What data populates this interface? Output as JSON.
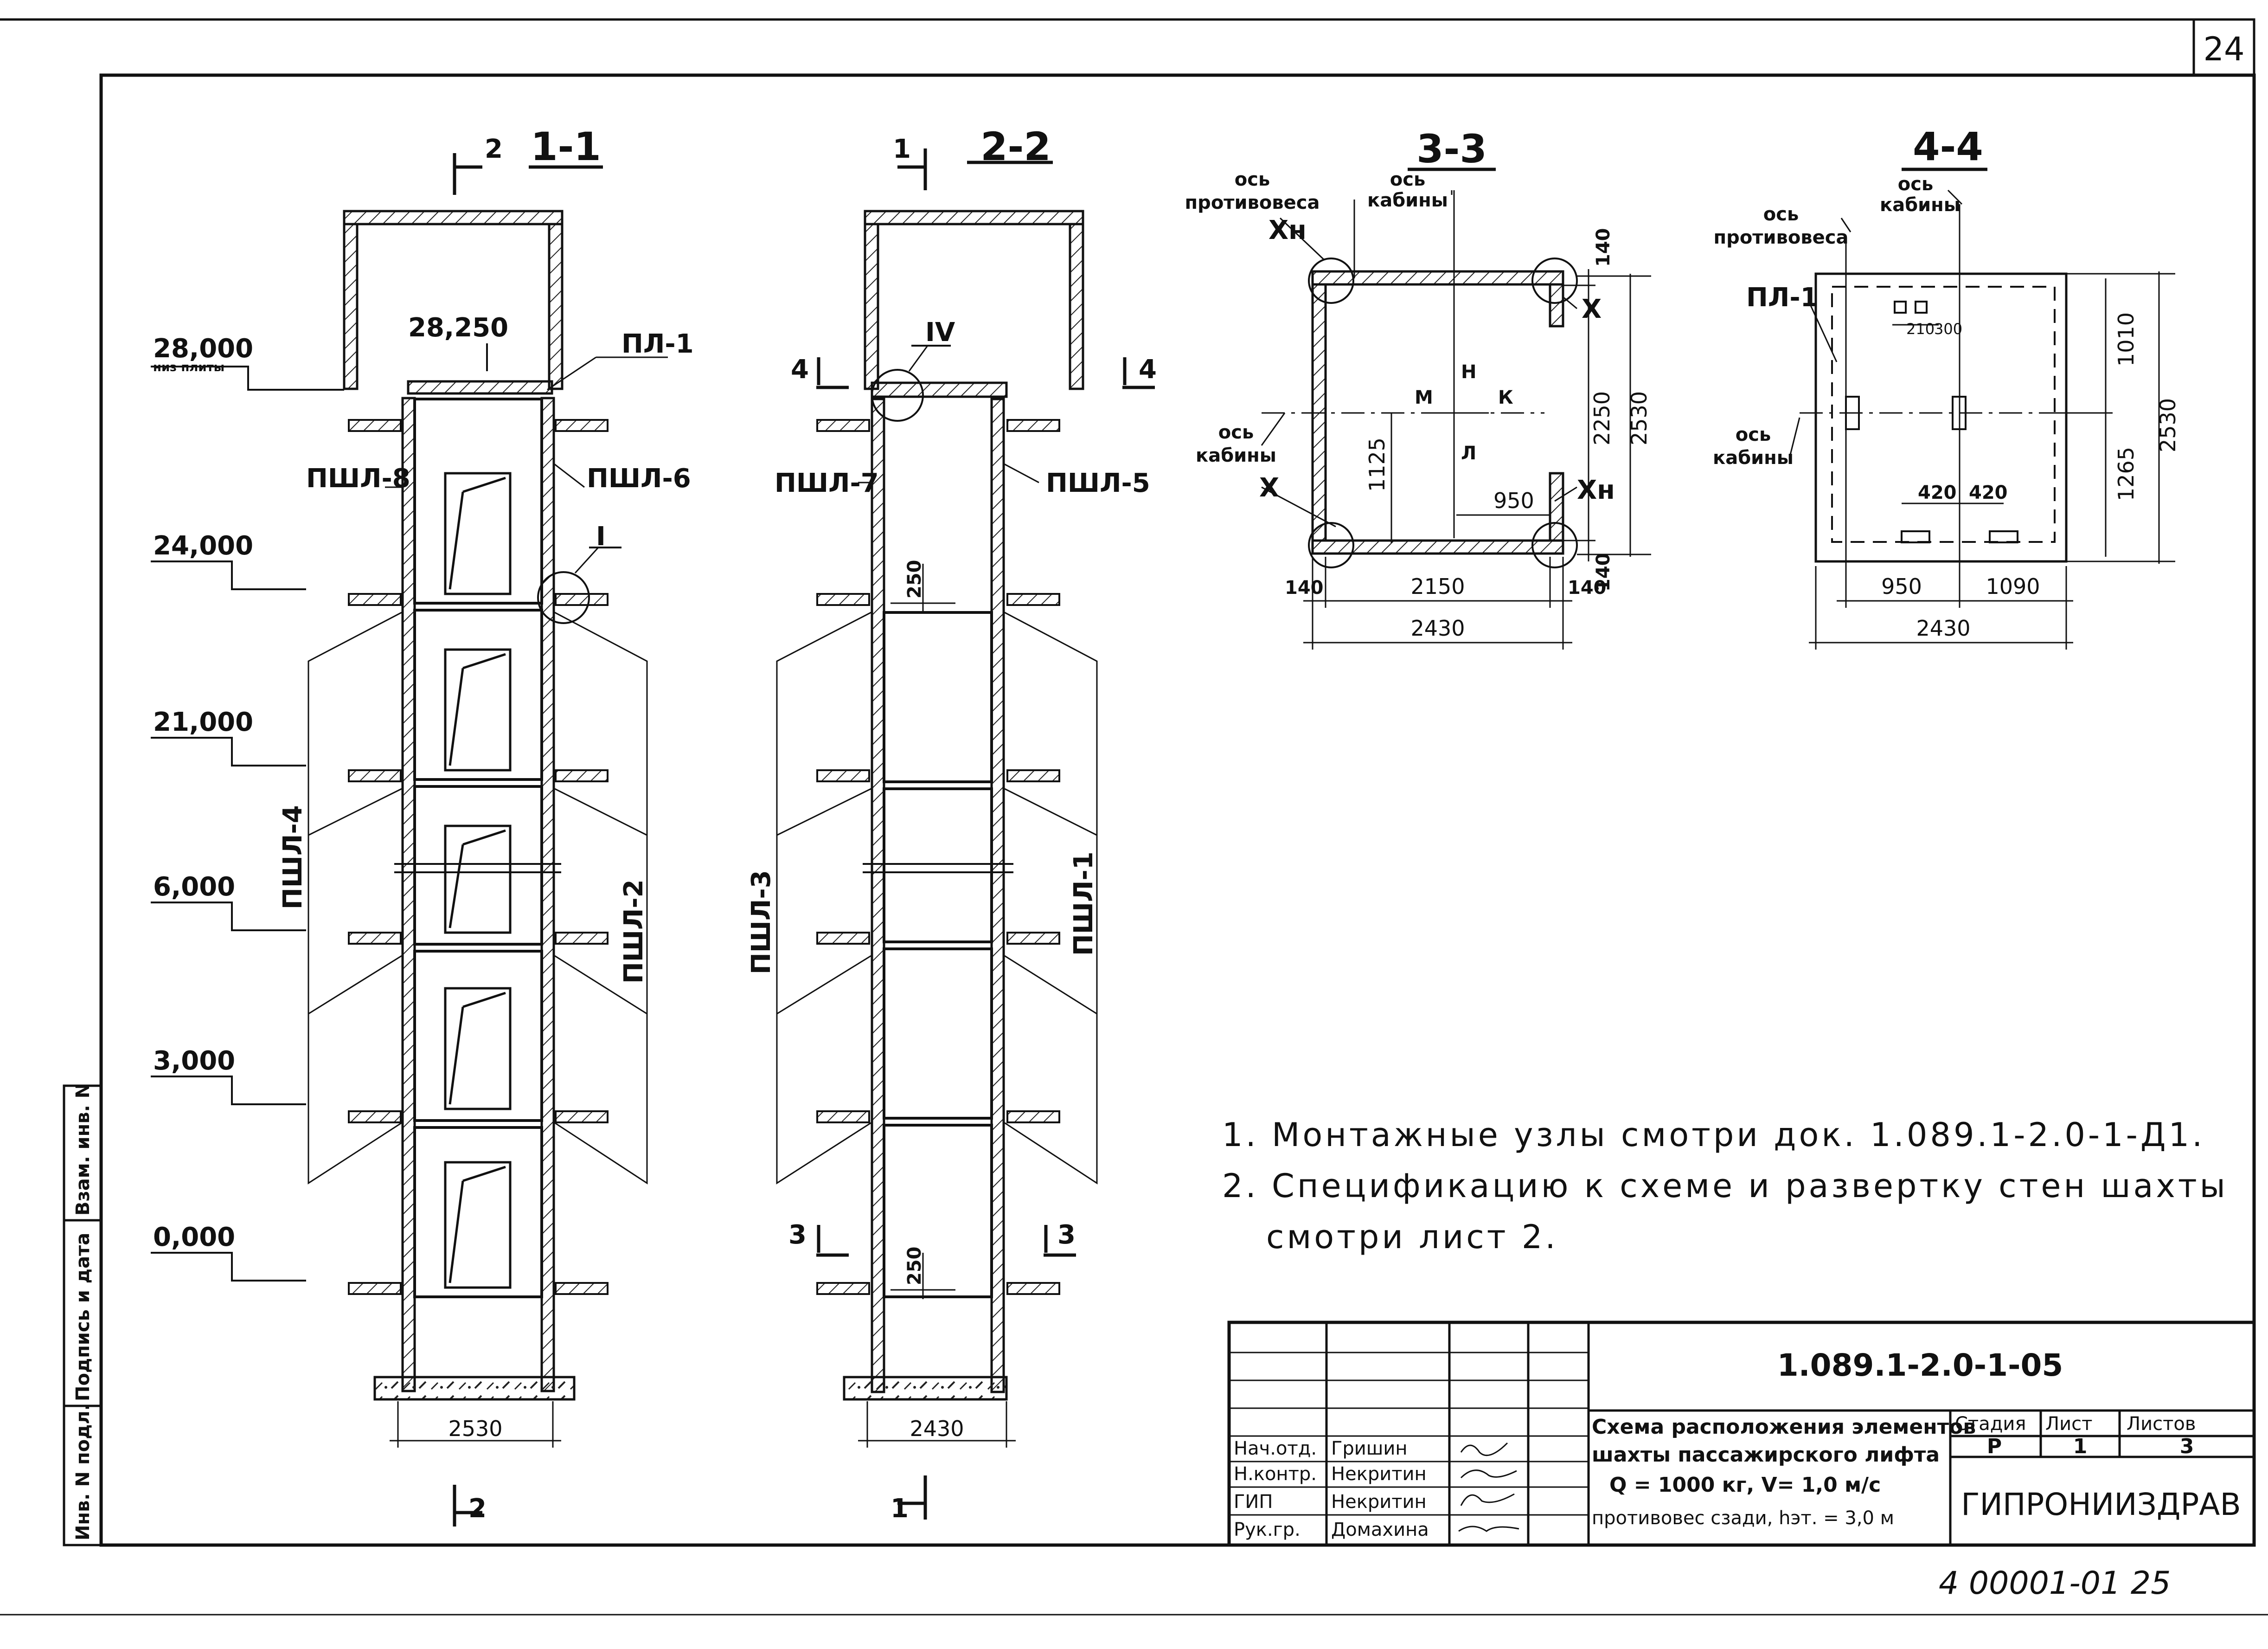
{
  "sheet": {
    "page_number": "24",
    "bottom_code": "4 00001-01 25"
  },
  "section_1_1": {
    "title": "1-1",
    "cut_top": "2",
    "cut_bottom": "2",
    "elev_top": "28,000",
    "elev_top_sub": "низ плиты",
    "elev_slab": "28,250",
    "slab_label": "ПЛ-1",
    "left_upper": "ПШЛ-8",
    "right_upper": "ПШЛ-6",
    "left_lower": "ПШЛ-4",
    "right_lower": "ПШЛ-2",
    "node_i": "I",
    "width_dim": "2530",
    "levels": [
      "24,000",
      "21,000",
      "6,000",
      "3,000",
      "0,000"
    ]
  },
  "section_2_2": {
    "title": "2-2",
    "cut_top": "1",
    "cut_bottom": "1",
    "cut_left": "4",
    "cut_right": "4",
    "cut3_left": "3",
    "cut3_right": "3",
    "node_iv": "IV",
    "left_upper": "ПШЛ-7",
    "right_upper": "ПШЛ-5",
    "left_lower": "ПШЛ-3",
    "right_lower": "ПШЛ-1",
    "gap_top": "250",
    "gap_bottom": "250",
    "width_dim": "2430"
  },
  "section_3_3": {
    "title": "3-3",
    "axis_cw_line1": "ось",
    "axis_cw_line2": "противовеса",
    "axis_cab_line1": "ось",
    "axis_cab_line2": "кабины",
    "axis_cab2_line1": "ось",
    "axis_cab2_line2": "кабины",
    "node_xn_top": "Xн",
    "node_x_right": "X",
    "node_x_left": "X",
    "node_xn_right": "Xн",
    "dir_n": "Н",
    "dir_m": "М",
    "dir_k": "К",
    "dir_l": "Л",
    "dim_1125": "1125",
    "dim_950": "950",
    "dim_2250": "2250",
    "dim_2530": "2530",
    "dim_140_top": "140",
    "dim_140_bot": "140",
    "dim_140_left": "140",
    "dim_140_right": "140",
    "dim_2150": "2150",
    "dim_2430": "2430"
  },
  "section_4_4": {
    "title": "4-4",
    "axis_cab_line1": "ось",
    "axis_cab_line2": "кабины",
    "axis_cw_line1": "ось",
    "axis_cw_line2": "противовеса",
    "slab": "ПЛ-1",
    "axis_cab2_line1": "ось",
    "axis_cab2_line2": "кабины",
    "dim_210": "210",
    "dim_300": "300",
    "dim_1010": "1010",
    "dim_2530": "2530",
    "dim_1265": "1265",
    "dim_420a": "420",
    "dim_420b": "420",
    "dim_950": "950",
    "dim_1090": "1090",
    "dim_2430": "2430"
  },
  "notes": [
    "1. Монтажные узлы смотри док. 1.089.1-2.0-1-Д1.",
    "2. Спецификацию к схеме и развертку стен шахты",
    "смотри лист 2."
  ],
  "stamp": {
    "code": "1.089.1-2.0-1-05",
    "title_lines": [
      "Схема расположения элементов",
      "шахты пассажирского лифта",
      "Q = 1000 кг, V= 1,0 м/с",
      "противовес сзади, hэт. = 3,0 м"
    ],
    "stage_label": "Стадия",
    "sheet_label": "Лист",
    "sheets_label": "Листов",
    "stage": "Р",
    "sheet": "1",
    "sheets": "3",
    "org": "ГИПРОНИИЗДРАВ",
    "roles": [
      "Нач.отд.",
      "Н.контр.",
      "ГИП",
      "Рук.гр."
    ],
    "names": [
      "Гришин",
      "Некритин",
      "Некритин",
      "Домахина"
    ]
  },
  "side_stamp": [
    "Инв. N подл.",
    "Подпись и дата",
    "Взам. инв. N"
  ]
}
